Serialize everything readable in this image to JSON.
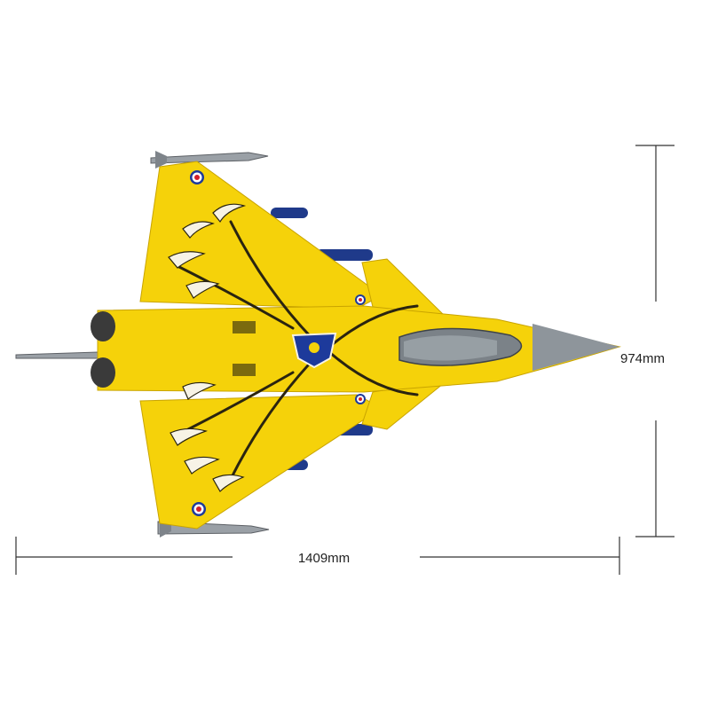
{
  "product": {
    "subject": "yellow-tiger-livery-jet-model",
    "colors": {
      "body_yellow": "#f5d20a",
      "body_shadow": "#d9a800",
      "stripe_dark": "#2a2410",
      "claw_white": "#f7f3e6",
      "canopy_gray": "#7b8288",
      "nose_gray": "#8e959b",
      "missile_gray": "#9aa0a6",
      "tank_blue": "#1f3a8a",
      "roundel_blue": "#1d3a9b",
      "roundel_red": "#d21f2b"
    }
  },
  "dimensions": {
    "width_label": "1409mm",
    "height_label": "974mm"
  }
}
